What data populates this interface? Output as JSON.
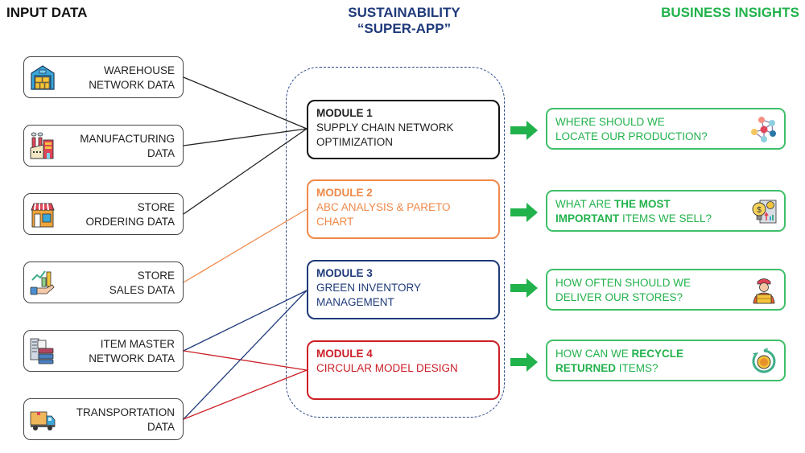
{
  "titles": {
    "input": "INPUT DATA",
    "app_line1": "SUSTAINABILITY",
    "app_line2": "“SUPER-APP”",
    "insights": "BUSINESS INSIGHTS"
  },
  "colors": {
    "module1": "#111111",
    "module2": "#f0894a",
    "module3": "#1f3a7a",
    "module4": "#cc1f26",
    "insight_green": "#22b24c",
    "frame": "#2c4a8a"
  },
  "inputs": [
    {
      "line1": "WAREHOUSE",
      "line2": "NETWORK DATA",
      "icon": "warehouse-icon"
    },
    {
      "line1": "MANUFACTURING",
      "line2": "DATA",
      "icon": "factory-icon"
    },
    {
      "line1": "STORE",
      "line2": "ORDERING DATA",
      "icon": "store-icon"
    },
    {
      "line1": "STORE",
      "line2": "SALES DATA",
      "icon": "sales-growth-icon"
    },
    {
      "line1": "ITEM MASTER",
      "line2": "NETWORK DATA",
      "icon": "server-database-icon"
    },
    {
      "line1": "TRANSPORTATION",
      "line2": "DATA",
      "icon": "delivery-truck-icon"
    }
  ],
  "modules": [
    {
      "title": "MODULE 1",
      "line1": "SUPPLY CHAIN NETWORK",
      "line2": "OPTIMIZATION"
    },
    {
      "title": "MODULE 2",
      "line1": "ABC ANALYSIS & PARETO",
      "line2": "CHART"
    },
    {
      "title": "MODULE 3",
      "line1": "GREEN INVENTORY",
      "line2": "MANAGEMENT"
    },
    {
      "title": "MODULE 4",
      "line1": "CIRCULAR MODEL DESIGN",
      "line2": ""
    }
  ],
  "connections": [
    {
      "from": "WAREHOUSE NETWORK DATA",
      "to": "MODULE 1"
    },
    {
      "from": "MANUFACTURING DATA",
      "to": "MODULE 1"
    },
    {
      "from": "STORE ORDERING DATA",
      "to": "MODULE 1"
    },
    {
      "from": "STORE SALES DATA",
      "to": "MODULE 2"
    },
    {
      "from": "ITEM MASTER NETWORK DATA",
      "to": "MODULE 3"
    },
    {
      "from": "ITEM MASTER NETWORK DATA",
      "to": "MODULE 4"
    },
    {
      "from": "TRANSPORTATION DATA",
      "to": "MODULE 3"
    },
    {
      "from": "TRANSPORTATION DATA",
      "to": "MODULE 4"
    }
  ],
  "insights": [
    {
      "l1a": "WHERE SHOULD WE",
      "l1b": "",
      "l2a": "",
      "l2b": "LOCATE OUR PRODUCTION?",
      "icon": "network-nodes-icon"
    },
    {
      "l1a": "WHAT ARE ",
      "l1b": "THE MOST",
      "l2a": "IMPORTANT",
      "l2b": " ITEMS WE SELL?",
      "icon": "idea-finance-icon"
    },
    {
      "l1a": "HOW OFTEN SHOULD WE",
      "l1b": "",
      "l2a": "",
      "l2b": "DELIVER OUR STORES?",
      "icon": "delivery-person-icon"
    },
    {
      "l1a": "HOW CAN WE ",
      "l1b": "RECYCLE",
      "l2a": "RETURNED",
      "l2b": " ITEMS?",
      "icon": "recycle-coin-icon"
    }
  ]
}
